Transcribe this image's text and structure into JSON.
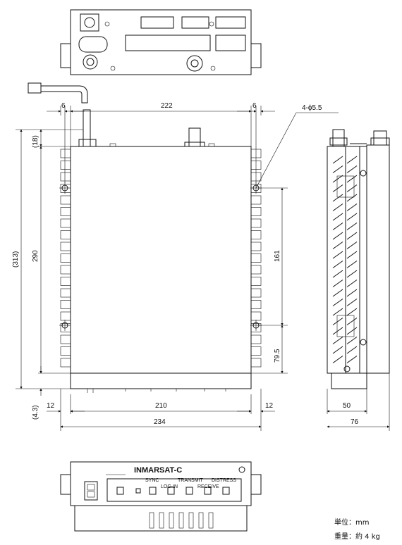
{
  "dimensions": {
    "width_222": "222",
    "left_6": "6",
    "right_6": "6",
    "hole_spec": "4-ϕ5.5",
    "top_18": "(18)",
    "overall_313": "(313)",
    "height_290": "290",
    "hole_161": "161",
    "hole_79_5": "79.5",
    "bottom_4_3": "(4.3)",
    "margin_12_left": "12",
    "mid_210": "210",
    "margin_12_right": "12",
    "total_234": "234",
    "depth_50": "50",
    "depth_76": "76"
  },
  "front_panel": {
    "brand": "INMARSAT-C",
    "sync": "SYNC",
    "transmit": "TRANSMIT",
    "distress": "DISTRESS",
    "log_in": "LOG-IN",
    "receive": "RECEIVE"
  },
  "notes": {
    "unit_label": "単位：mm",
    "weight_label": "重量：約 4 kg"
  }
}
